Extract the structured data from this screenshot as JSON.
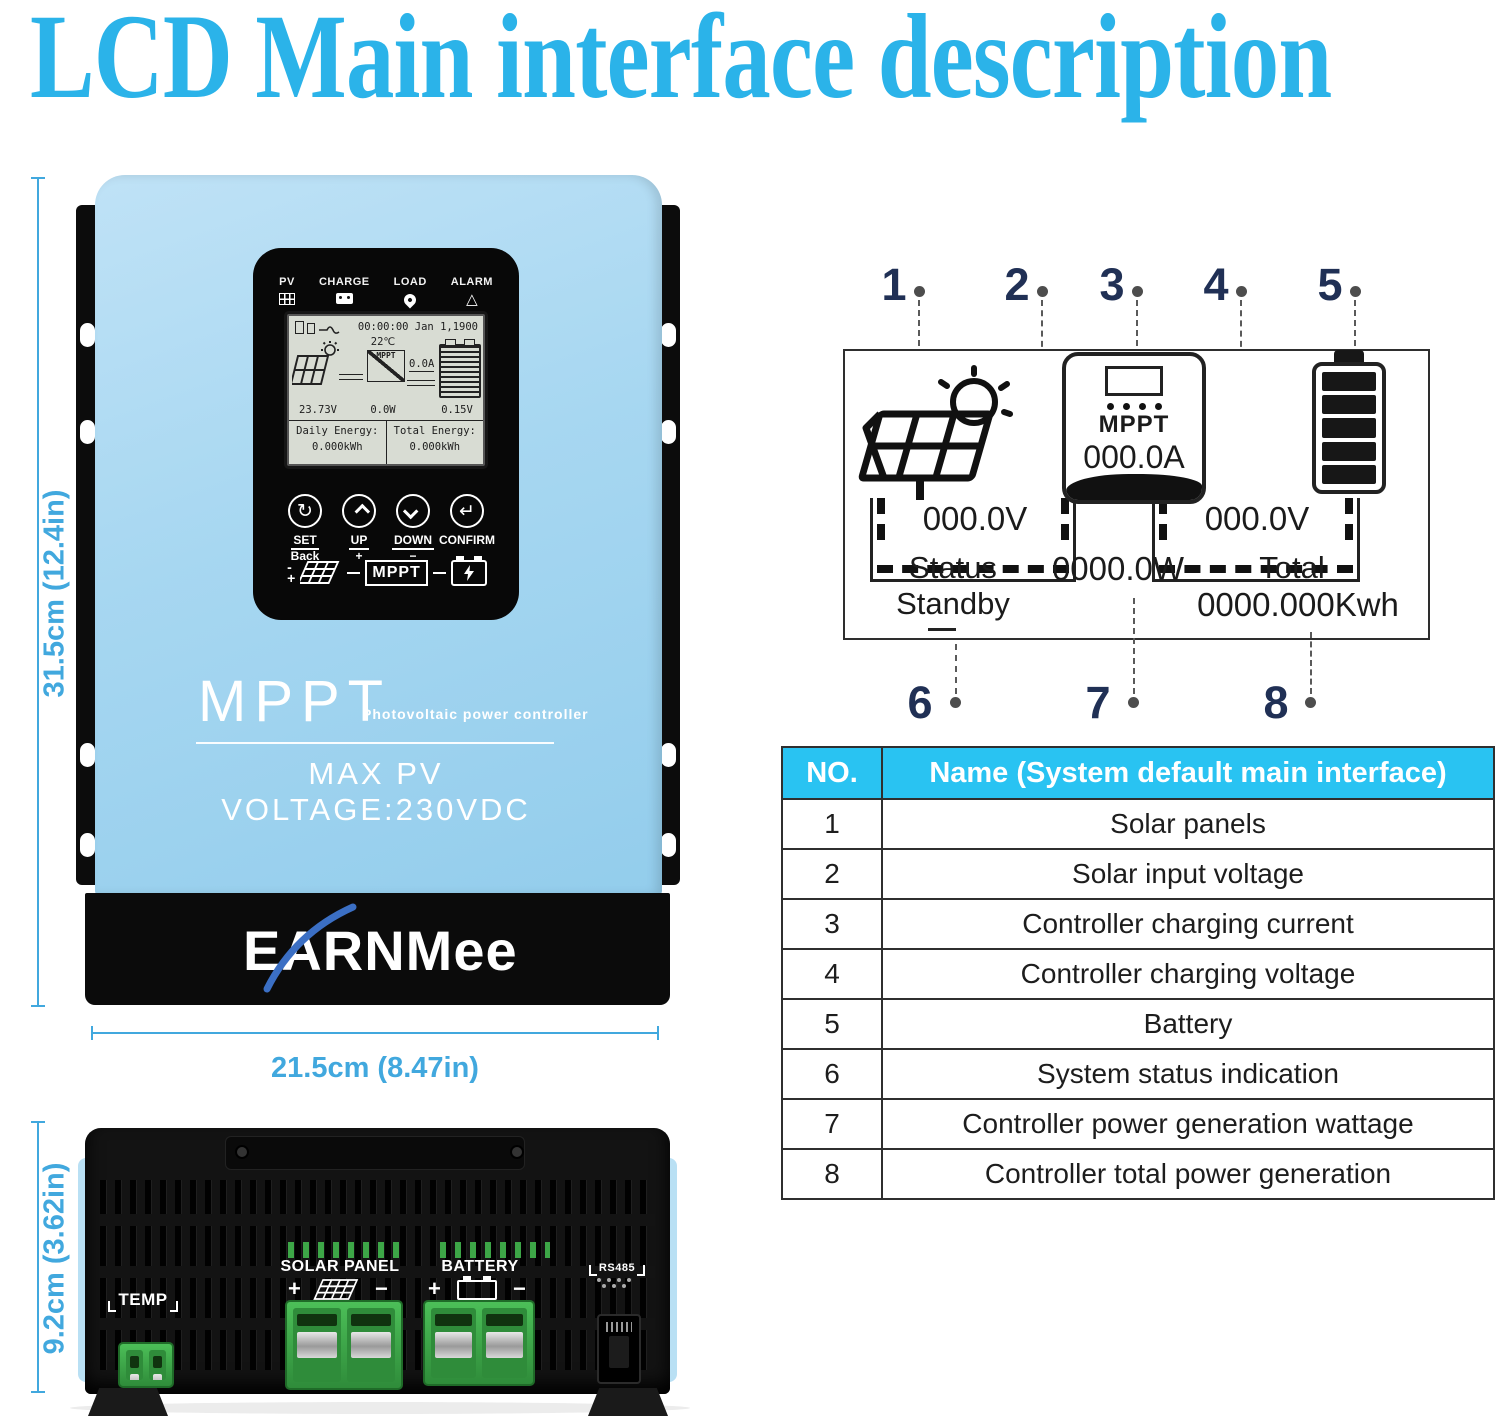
{
  "title": "LCD Main interface description",
  "dimensions": {
    "height_label": "31.5cm (12.4in)",
    "width_label": "21.5cm (8.47in)",
    "depth_label": "9.2cm (3.62in)"
  },
  "front_device": {
    "indicators": [
      {
        "label": "PV",
        "icon": "pv-grid-icon"
      },
      {
        "label": "CHARGE",
        "icon": "battery-top-icon"
      },
      {
        "label": "LOAD",
        "icon": "map-pin-icon"
      },
      {
        "label": "ALARM",
        "icon": "warning-triangle-icon"
      }
    ],
    "alarm_glyph": "△",
    "lcd": {
      "time": "00:00:00 Jan 1,1900",
      "temperature": "22℃",
      "mppt_label": "MPPT",
      "charge_current": "0.0A",
      "pv_voltage": "23.73V",
      "power": "0.0W",
      "battery_voltage": "0.15V",
      "daily_energy_label": "Daily Energy:",
      "daily_energy_value": "0.000kWh",
      "total_energy_label": "Total Energy:",
      "total_energy_value": "0.000kWh"
    },
    "buttons": [
      {
        "top": "SET",
        "bottom": "Back",
        "glyph": "↻"
      },
      {
        "top": "UP",
        "bottom": "+"
      },
      {
        "top": "DOWN",
        "bottom": "−"
      },
      {
        "top": "CONFIRM",
        "bottom": "",
        "glyph": "↵"
      }
    ],
    "flow": {
      "minus": "-",
      "plus": "+",
      "mppt_label": "MPPT"
    },
    "brand": {
      "mppt": "MPPT",
      "tagline": "Photovoltaic power controller",
      "max_voltage": "MAX PV VOLTAGE:230VDC",
      "logo": "EARNMee"
    }
  },
  "bottom_device": {
    "temp_label": "TEMP",
    "solar_label": "SOLAR PANEL",
    "solar_plus": "+",
    "solar_minus": "−",
    "battery_label": "BATTERY",
    "battery_plus": "+",
    "battery_minus": "−",
    "rs485_label": "RS485"
  },
  "diagram": {
    "callouts_top": [
      "1",
      "2",
      "3",
      "4",
      "5"
    ],
    "callouts_bottom": [
      "6",
      "7",
      "8"
    ],
    "mppt_label": "MPPT",
    "charge_current": "000.0A",
    "pv_voltage": "000.0V",
    "charge_voltage": "000.0V",
    "status_label": "Status",
    "status_value": "Standby",
    "wattage": "0000.0W",
    "total_label": "Total",
    "total_value": "0000.000Kwh"
  },
  "table": {
    "headers": [
      "NO.",
      "Name (System default main interface)"
    ],
    "rows": [
      [
        "1",
        "Solar panels"
      ],
      [
        "2",
        "Solar input voltage"
      ],
      [
        "3",
        "Controller charging current"
      ],
      [
        "4",
        "Controller charging voltage"
      ],
      [
        "5",
        "Battery"
      ],
      [
        "6",
        "System status indication"
      ],
      [
        "7",
        "Controller power generation wattage"
      ],
      [
        "8",
        "Controller total power generation"
      ]
    ]
  },
  "colors": {
    "accent_title": "#2bb3e9",
    "accent_dim": "#41a8de",
    "table_header": "#29c3f2",
    "navy": "#203055",
    "device_blue": "#a7d7f1",
    "terminal_green": "#3fae4a",
    "lcd_bg": "#d8dcd3"
  }
}
